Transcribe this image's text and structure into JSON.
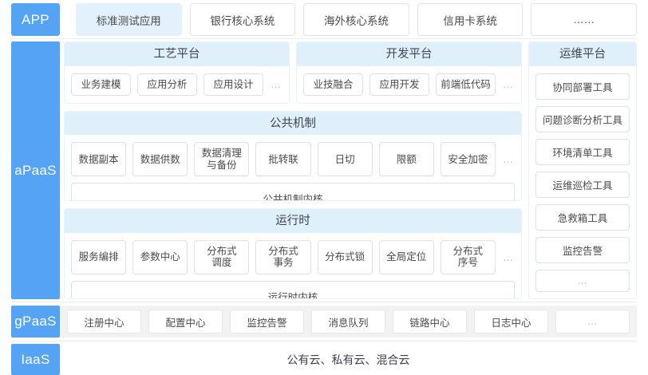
{
  "colors": {
    "badge_blue": "#55a3f5",
    "panel_title_bg": "#e0f0fb",
    "active_chip_bg": "#e3f1fc",
    "chip_border": "#dcdfe6",
    "gpaas_strip_bg": "#f2f2f2"
  },
  "app": {
    "badge": "APP",
    "items": [
      {
        "label": "标准测试应用",
        "active": true
      },
      {
        "label": "银行核心系统",
        "active": false
      },
      {
        "label": "海外核心系统",
        "active": false
      },
      {
        "label": "信用卡系统",
        "active": false
      },
      {
        "label": "……",
        "active": false
      }
    ]
  },
  "apaas": {
    "badge": "aPaaS",
    "craft_platform": {
      "title": "工艺平台",
      "items": [
        "业务建模",
        "应用分析",
        "应用设计"
      ],
      "more": "…"
    },
    "dev_platform": {
      "title": "开发平台",
      "items": [
        "业技融合",
        "应用开发",
        "前端低代码"
      ],
      "more": "…"
    },
    "ops_platform": {
      "title": "运维平台",
      "items": [
        "协同部署工具",
        "问题诊断分析工具",
        "环境清单工具",
        "运维巡检工具",
        "急救箱工具",
        "监控告警",
        "…"
      ]
    },
    "common_mechanism": {
      "title": "公共机制",
      "items": [
        "数据副本",
        "数据供数",
        "数据清理\n与备份",
        "批转联",
        "日切",
        "限额",
        "安全加密"
      ],
      "more": "…",
      "kernel": "公共机制内核"
    },
    "runtime": {
      "title": "运行时",
      "items": [
        "服务编排",
        "参数中心",
        "分布式\n调度",
        "分布式\n事务",
        "分布式锁",
        "全局定位",
        "分布式\n序号"
      ],
      "more": "…",
      "kernel": "运行时内核"
    }
  },
  "gpaas": {
    "badge": "gPaaS",
    "items": [
      "注册中心",
      "配置中心",
      "监控告警",
      "消息队列",
      "链路中心",
      "日志中心",
      "…"
    ]
  },
  "iaas": {
    "badge": "IaaS",
    "text": "公有云、私有云、混合云"
  }
}
